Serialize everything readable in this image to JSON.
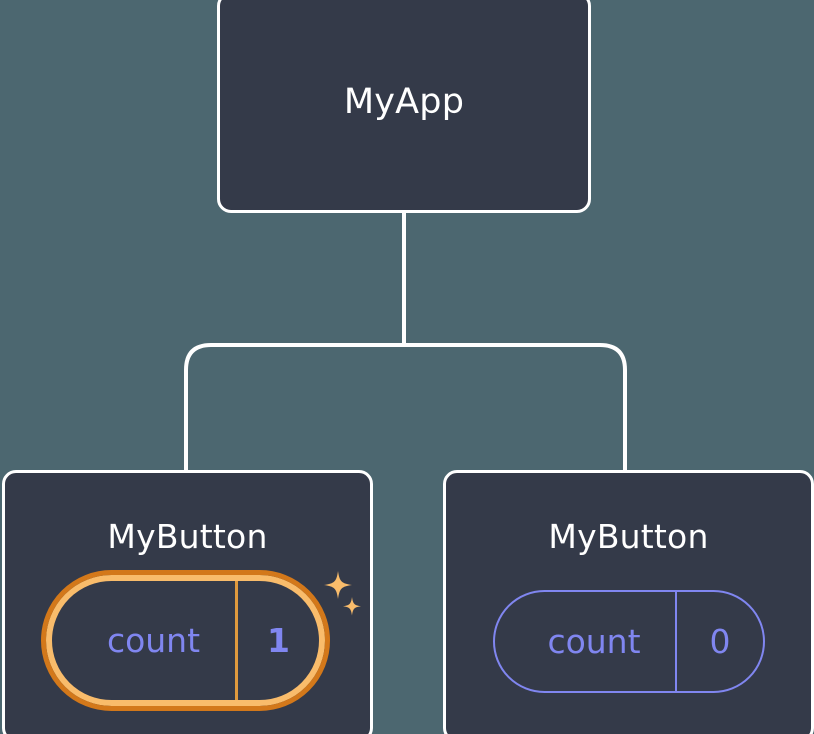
{
  "diagram": {
    "type": "component-tree",
    "background_color": "#4c6770",
    "node_fill_color": "#343a49",
    "node_border_color": "#ffffff",
    "edge_color": "#ffffff",
    "accent_highlight_outer": "#d3781a",
    "accent_highlight_inner": "#f9bc6b",
    "state_color": "#8086f0",
    "root": {
      "title": "MyApp"
    },
    "children": [
      {
        "title": "MyButton",
        "state": {
          "label": "count",
          "value": "1"
        },
        "highlighted": true,
        "sparkles": [
          "sparkle-large",
          "sparkle-small"
        ]
      },
      {
        "title": "MyButton",
        "state": {
          "label": "count",
          "value": "0"
        },
        "highlighted": false
      }
    ]
  }
}
